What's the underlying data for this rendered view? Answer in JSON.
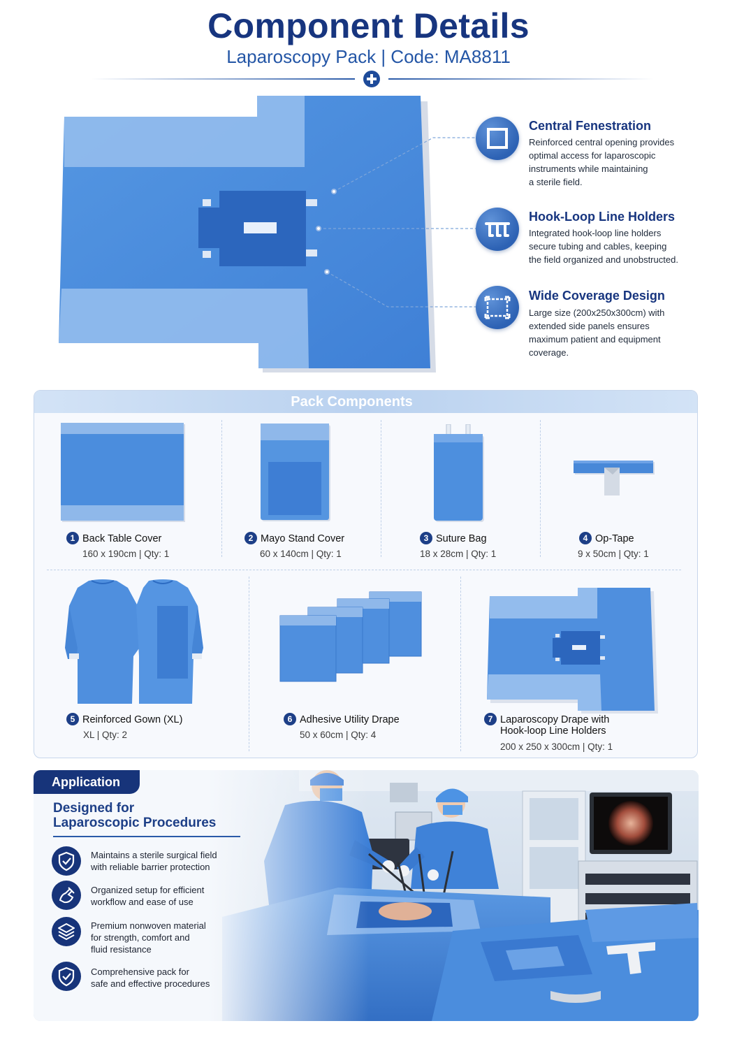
{
  "header": {
    "title": "Component Details",
    "subtitle": "Laparoscopy Pack  |  Code: MA8811"
  },
  "features": [
    {
      "icon": "square-fenestration-icon",
      "title": "Central Fenestration",
      "desc": [
        "Reinforced central opening provides",
        "optimal access for laparoscopic",
        "instruments while maintaining",
        "a sterile field."
      ]
    },
    {
      "icon": "hook-loop-icon",
      "title": "Hook-Loop Line Holders",
      "desc": [
        "Integrated hook-loop line holders",
        "secure tubing and cables, keeping",
        "the field organized and unobstructed."
      ]
    },
    {
      "icon": "wide-coverage-icon",
      "title": "Wide Coverage Design",
      "desc": [
        "Large size (200x250x300cm) with",
        "extended side panels ensures",
        "maximum patient and equipment",
        "coverage."
      ]
    }
  ],
  "components": {
    "heading": "Pack Components",
    "items": [
      {
        "num": "1",
        "name": "Back Table Cover",
        "spec": "160 x 190cm | Qty: 1"
      },
      {
        "num": "2",
        "name": "Mayo Stand Cover",
        "spec": "60 x 140cm | Qty: 1"
      },
      {
        "num": "3",
        "name": "Suture Bag",
        "spec": "18 x 28cm | Qty: 1"
      },
      {
        "num": "4",
        "name": "Op-Tape",
        "spec": "9 x 50cm | Qty: 1"
      },
      {
        "num": "5",
        "name": "Reinforced Gown (XL)",
        "spec": "XL  |  Qty: 2"
      },
      {
        "num": "6",
        "name": "Adhesive Utility Drape",
        "spec": "50 x 60cm  |  Qty: 4"
      },
      {
        "num": "7",
        "name": "Laparoscopy Drape with",
        "name2": "Hook-loop Line Holders",
        "spec": "200 x 250 x 300cm  |  Qty: 1"
      }
    ]
  },
  "application": {
    "tab": "Application",
    "title1": "Designed for",
    "title2": "Laparoscopic Procedures",
    "points": [
      {
        "icon": "shield-check-icon",
        "lines": [
          "Maintains a sterile surgical field",
          "with reliable barrier protection"
        ]
      },
      {
        "icon": "hand-tools-icon",
        "lines": [
          "Organized setup for efficient",
          "workflow and ease of use"
        ]
      },
      {
        "icon": "layers-icon",
        "lines": [
          "Premium nonwoven material",
          "for strength, comfort and",
          "fluid resistance"
        ]
      },
      {
        "icon": "shield-check-icon",
        "lines": [
          "Comprehensive pack for",
          "safe and effective procedures"
        ]
      }
    ]
  },
  "colors": {
    "brand_navy": "#17357f",
    "drape_blue": "#4f8fdb",
    "drape_light": "#9cc0ec",
    "drape_dark": "#2f6cc4"
  }
}
